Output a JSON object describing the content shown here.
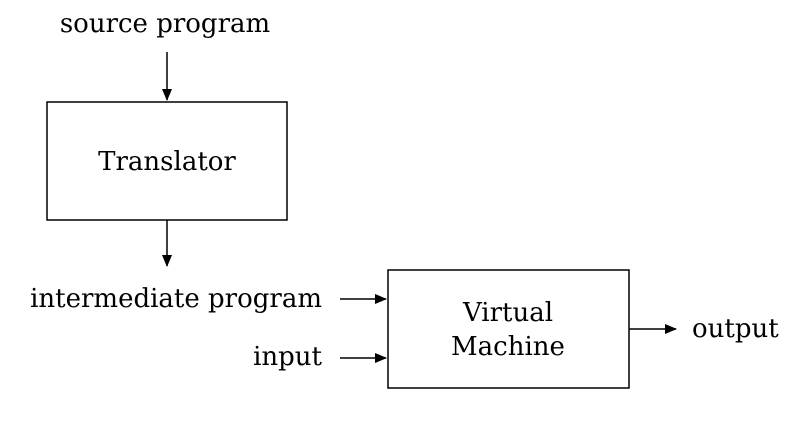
{
  "diagram": {
    "source_label": "source program",
    "translator_label": "Translator",
    "intermediate_label": "intermediate program",
    "input_label": "input",
    "vm_label_line1": "Virtual",
    "vm_label_line2": "Machine",
    "output_label": "output"
  },
  "colors": {
    "stroke": "#000000",
    "background": "#ffffff"
  }
}
